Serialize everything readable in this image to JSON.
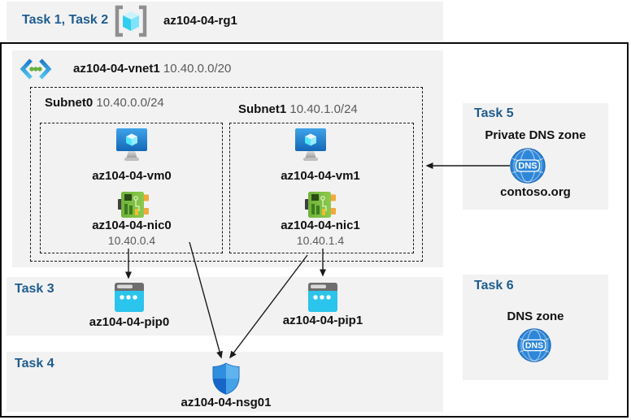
{
  "colors": {
    "band_bg": "#F2F2F2",
    "task_heading": "#1F5C8F",
    "muted_text": "#5A5A5A",
    "arrow": "#1a1a1a"
  },
  "header": {
    "tasks_label": "Task 1, Task 2",
    "resource_group": "az104-04-rg1"
  },
  "vnet": {
    "name": "az104-04-vnet1",
    "cidr": "10.40.0.0/20",
    "subnets": [
      {
        "name": "Subnet0",
        "cidr": "10.40.0.0/24",
        "vm": "az104-04-vm0",
        "nic": "az104-04-nic0",
        "ip": "10.40.0.4"
      },
      {
        "name": "Subnet1",
        "cidr": "10.40.1.0/24",
        "vm": "az104-04-vm1",
        "nic": "az104-04-nic1",
        "ip": "10.40.1.4"
      }
    ]
  },
  "task3": {
    "label": "Task 3",
    "pips": [
      "az104-04-pip0",
      "az104-04-pip1"
    ]
  },
  "task4": {
    "label": "Task 4",
    "nsg": "az104-04-nsg01"
  },
  "task5": {
    "label": "Task 5",
    "title": "Private DNS zone",
    "zone": "contoso.org",
    "icon_text": "DNS"
  },
  "task6": {
    "label": "Task 6",
    "title": "DNS zone",
    "icon_text": "DNS"
  }
}
